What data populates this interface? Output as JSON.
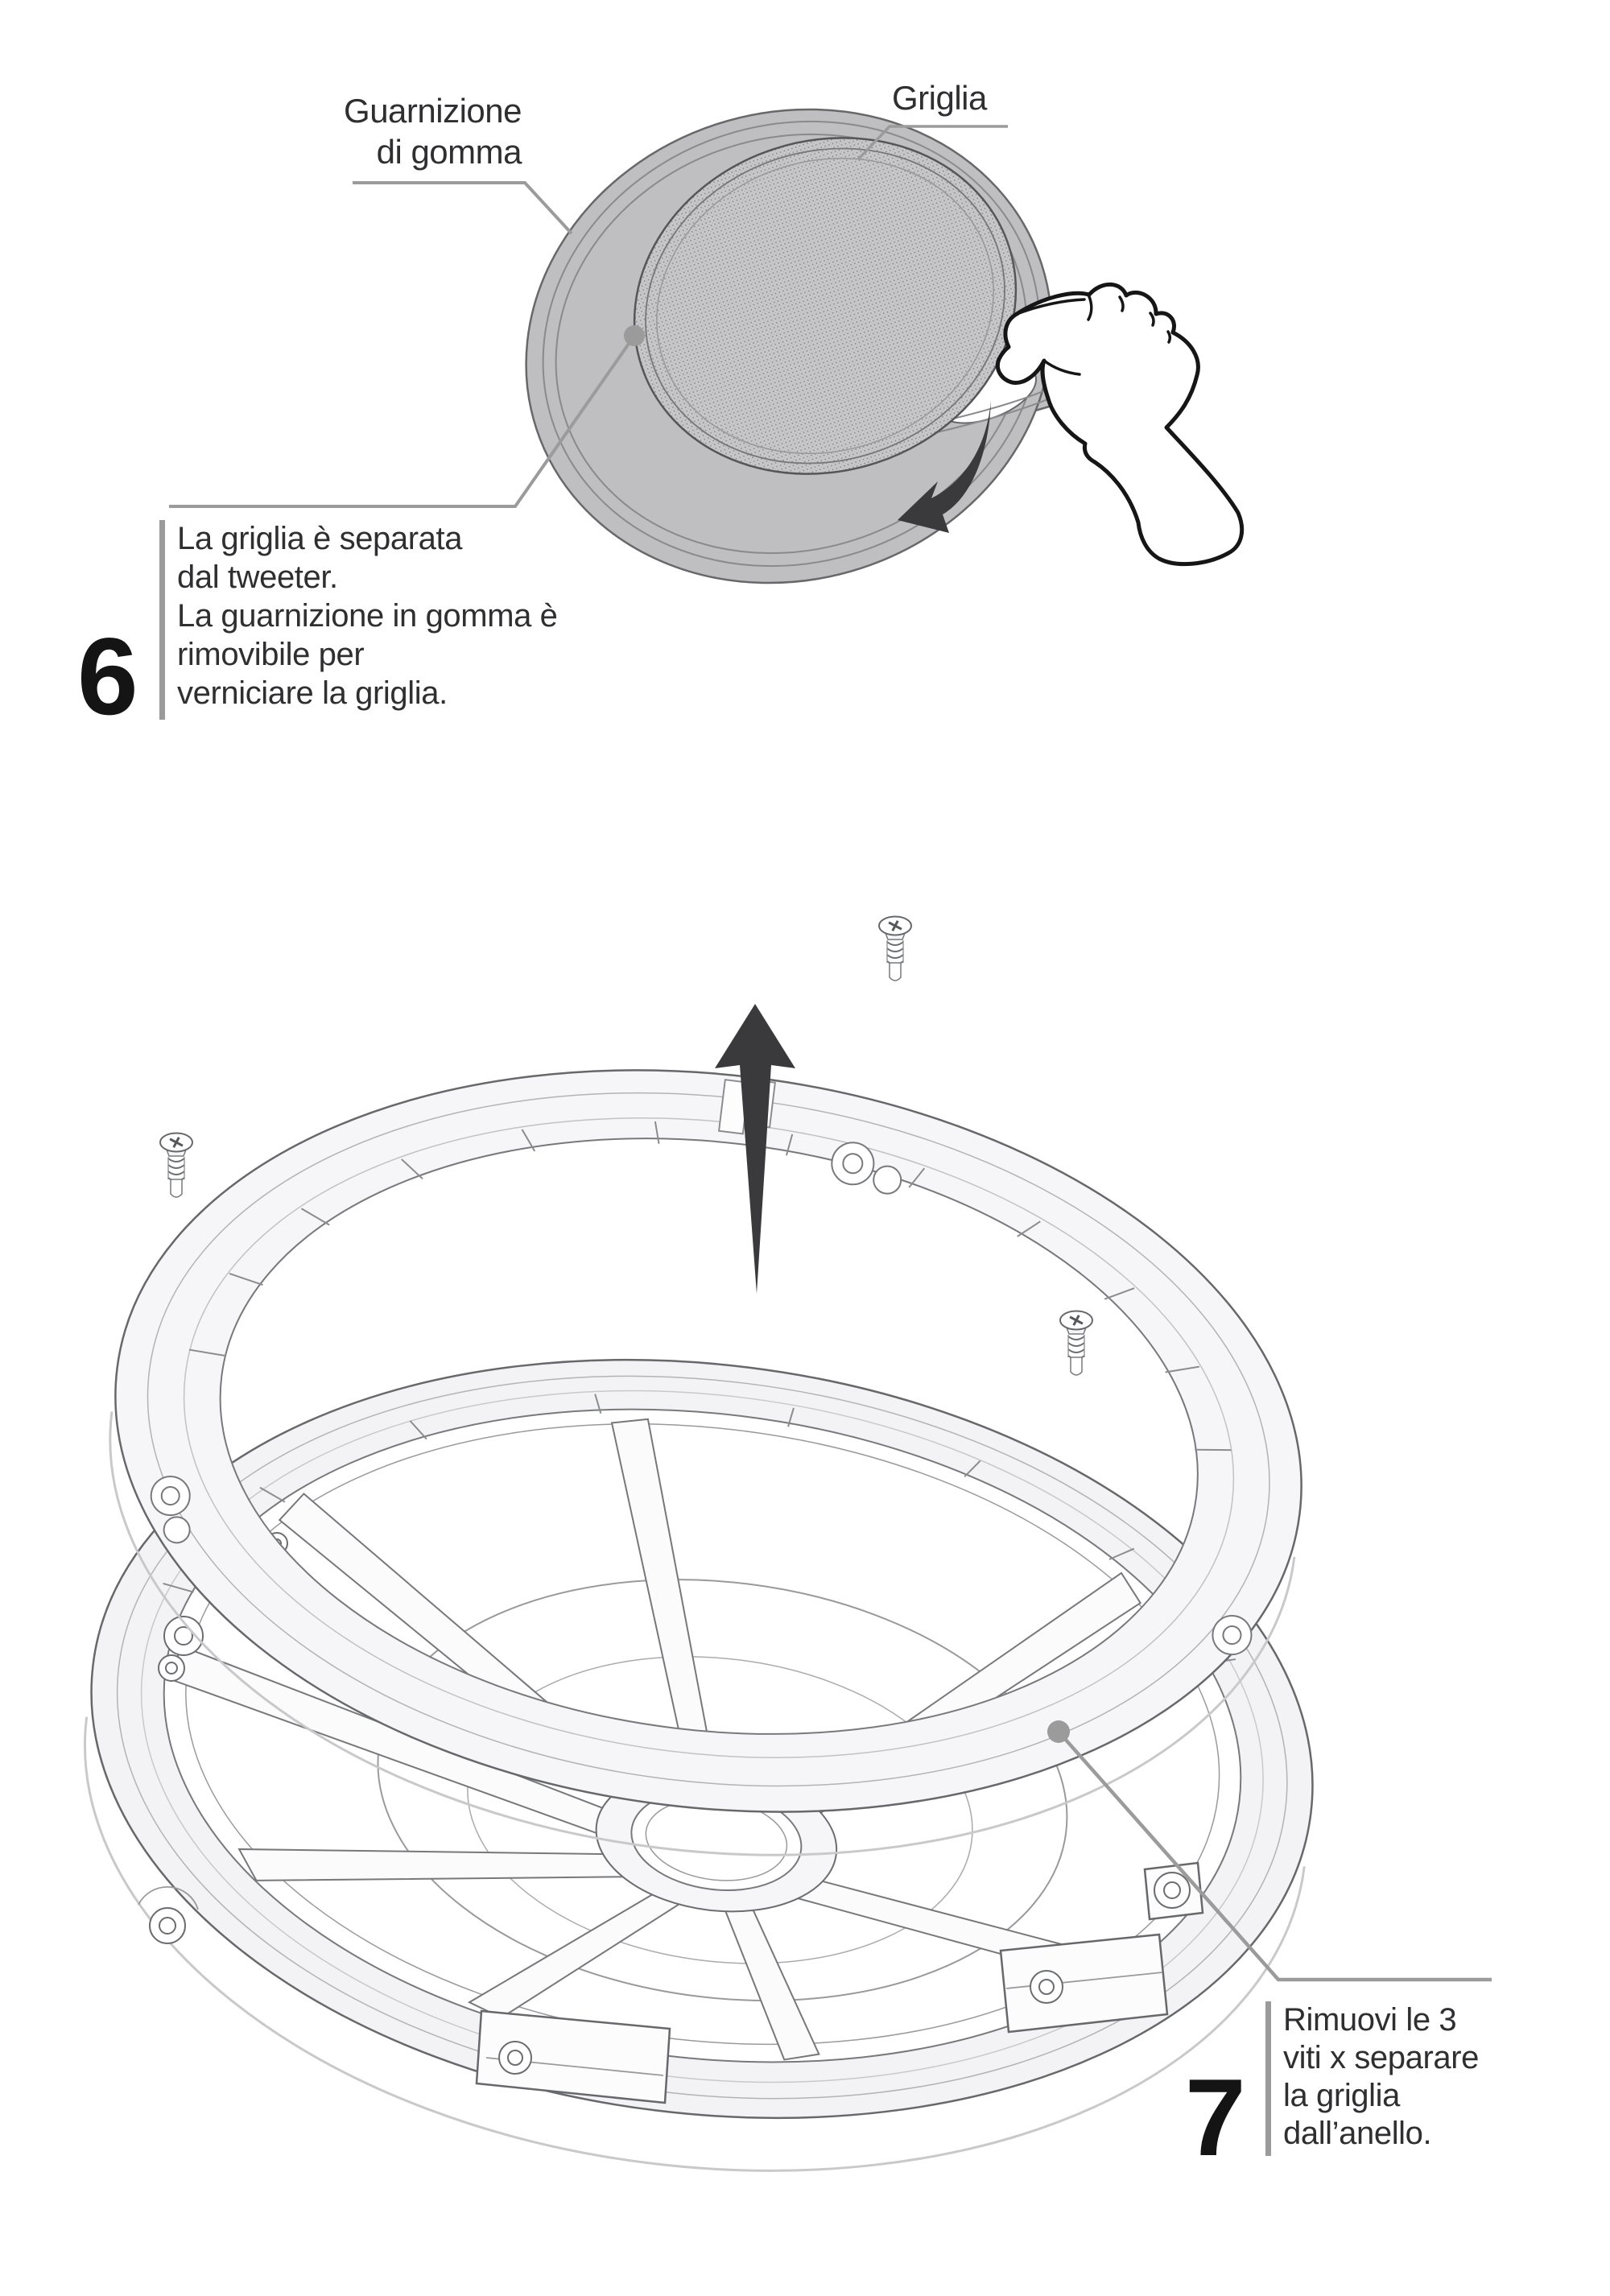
{
  "step6": {
    "number": "6",
    "label_gasket": "Guarnizione\ndi gomma",
    "label_grille": "Griglia",
    "instruction": "La griglia è separata\ndal tweeter.\nLa guarnizione in gomma è\nrimovibile per\nverniciare la griglia."
  },
  "step7": {
    "number": "7",
    "instruction": "Rimuovi le 3\nviti x separare\nla griglia\ndall’anello."
  },
  "icons": {
    "rotate_arrow": "curved-rotation-arrow",
    "lift_arrow": "up-direction-arrow",
    "screw": "phillips-screw",
    "marker": "leader-dot"
  },
  "colors": {
    "page_bg": "#ffffff",
    "text_ink": "#2f2f31",
    "leader_gray": "#9b9b9b",
    "arrow_dark": "#3a3a3c",
    "gasket_gray": "#bfbfc1",
    "mesh_gray": "#c9c9cb",
    "line_art_stroke": "#6b6b6b"
  }
}
